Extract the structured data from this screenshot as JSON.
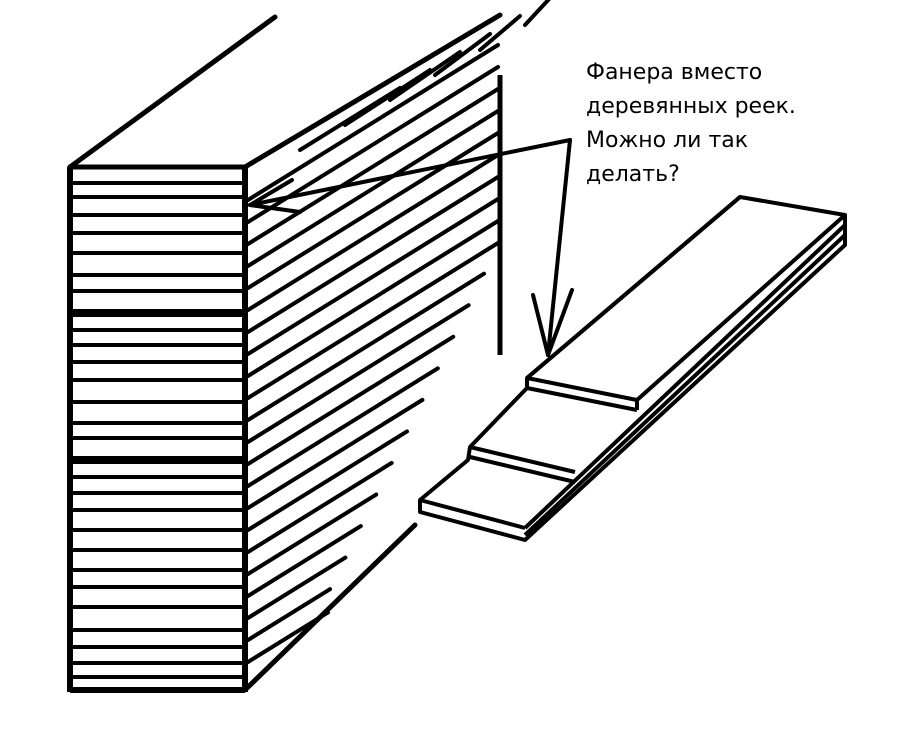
{
  "annotation": {
    "lines": [
      "Фанера вместо",
      "деревянных реек.",
      "Можно ли так",
      "делать?"
    ]
  },
  "colors": {
    "ink": "#000000",
    "background": "#ffffff"
  }
}
